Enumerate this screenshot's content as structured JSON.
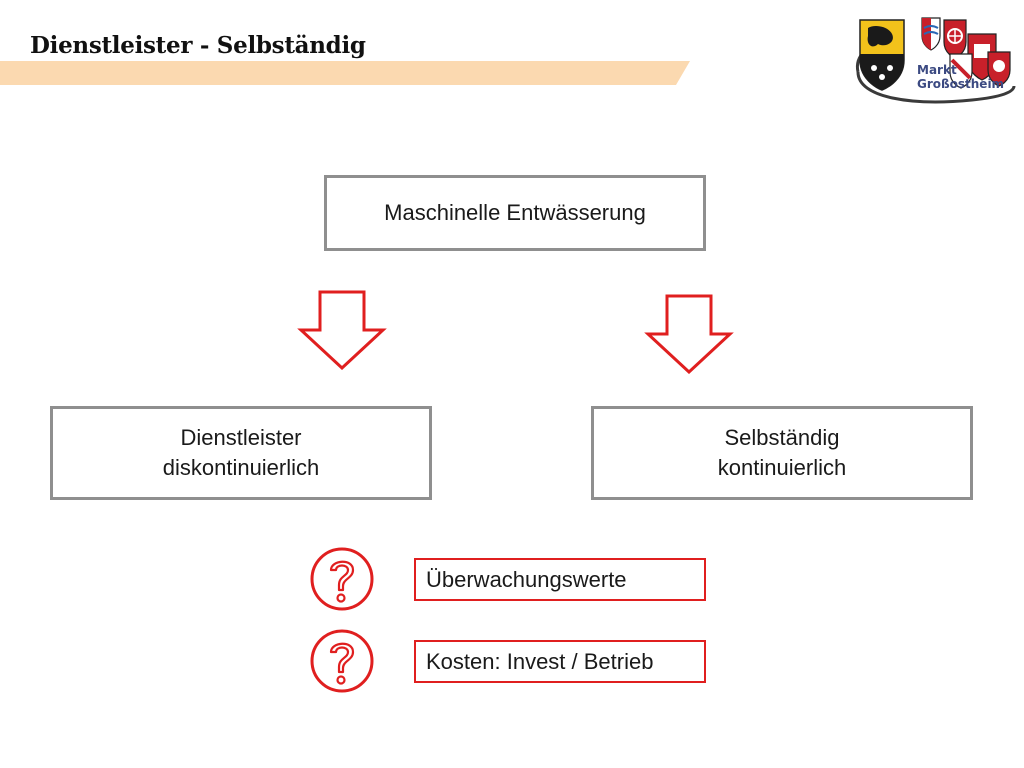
{
  "slide": {
    "title": "Dienstleister - Selbständig",
    "band_color": "#fbd9b0"
  },
  "logo": {
    "line1": "Markt",
    "line2": "Großostheim"
  },
  "diagram": {
    "top_box": {
      "label": "Maschinelle Entwässerung"
    },
    "left_box": {
      "line1": "Dienstleister",
      "line2": "diskontinuierlich"
    },
    "right_box": {
      "line1": "Selbständig",
      "line2": "kontinuierlich"
    },
    "questions": [
      {
        "icon": "question-mark-icon",
        "label": "Überwachungswerte"
      },
      {
        "icon": "question-mark-icon",
        "label": "Kosten: Invest / Betrieb"
      }
    ]
  },
  "colors": {
    "accent_red": "#e01f1f",
    "box_border": "#8f8f8f",
    "logo_blue": "#3c4a82"
  }
}
